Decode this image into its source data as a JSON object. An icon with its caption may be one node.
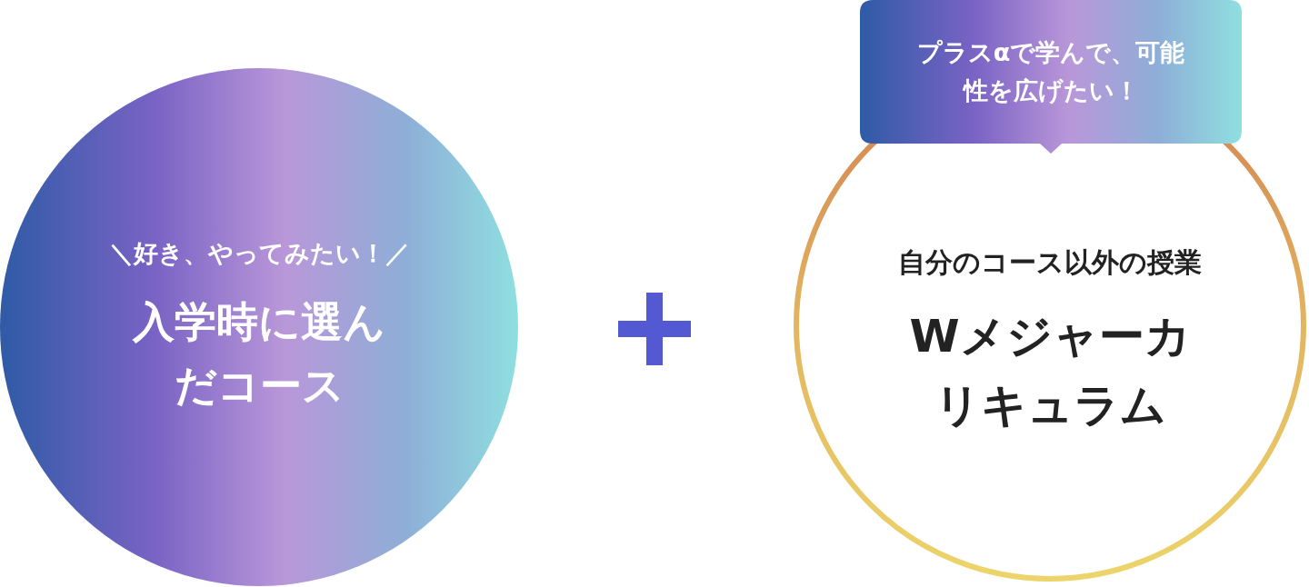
{
  "diagram": {
    "nodes": [
      {
        "text": [
          "＼好き、やってみたい！／",
          "入学時に選んだコース"
        ]
      },
      {
        "text": [
          "自分のコース以外の授業",
          "Wメジャーカリキュラム"
        ]
      },
      {
        "text": [
          "プラスαで学んで、可能性を広げたい！"
        ]
      }
    ]
  }
}
